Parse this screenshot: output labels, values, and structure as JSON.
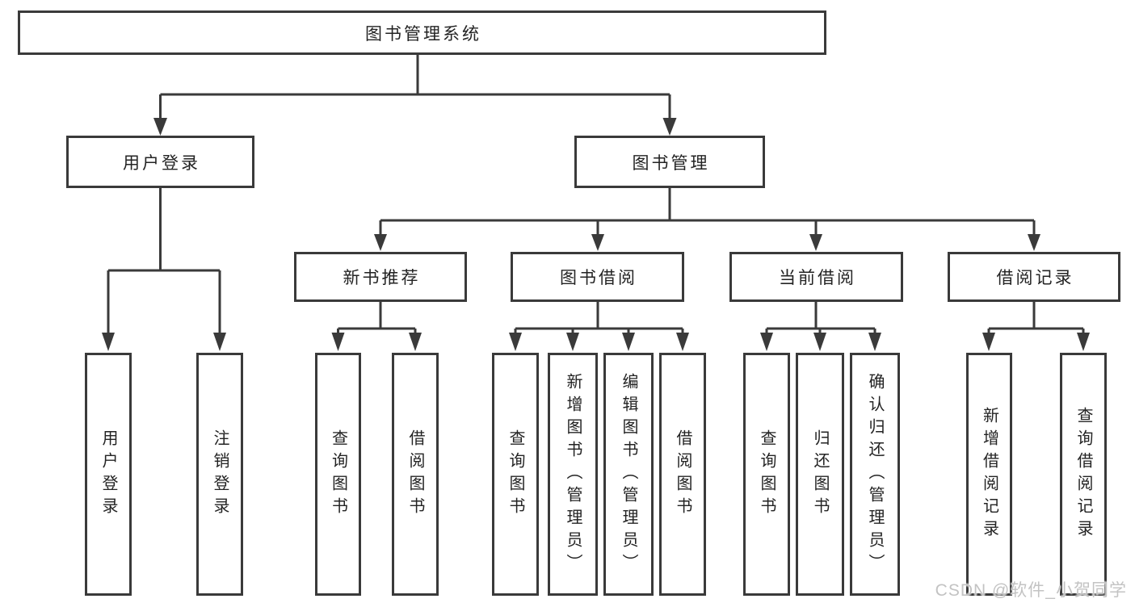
{
  "tree": {
    "label": "图书管理系统",
    "children": [
      {
        "label": "用户登录",
        "children": [
          {
            "label": "用户登录"
          },
          {
            "label": "注销登录"
          }
        ]
      },
      {
        "label": "图书管理",
        "children": [
          {
            "label": "新书推荐",
            "children": [
              {
                "label": "查询图书"
              },
              {
                "label": "借阅图书"
              }
            ]
          },
          {
            "label": "图书借阅",
            "children": [
              {
                "label": "查询图书"
              },
              {
                "label": "新增图书（管理员）"
              },
              {
                "label": "编辑图书（管理员）"
              },
              {
                "label": "借阅图书"
              }
            ]
          },
          {
            "label": "当前借阅",
            "children": [
              {
                "label": "查询图书"
              },
              {
                "label": "归还图书"
              },
              {
                "label": "确认归还（管理员）"
              }
            ]
          },
          {
            "label": "借阅记录",
            "children": [
              {
                "label": "新增借阅记录"
              },
              {
                "label": "查询借阅记录"
              }
            ]
          }
        ]
      }
    ]
  },
  "watermark": "CSDN @软件_小贺同学",
  "colors": {
    "line": "#3a3a3a",
    "box_border": "#3a3a3a",
    "text": "#232323",
    "watermark": "#c3c3c3"
  }
}
